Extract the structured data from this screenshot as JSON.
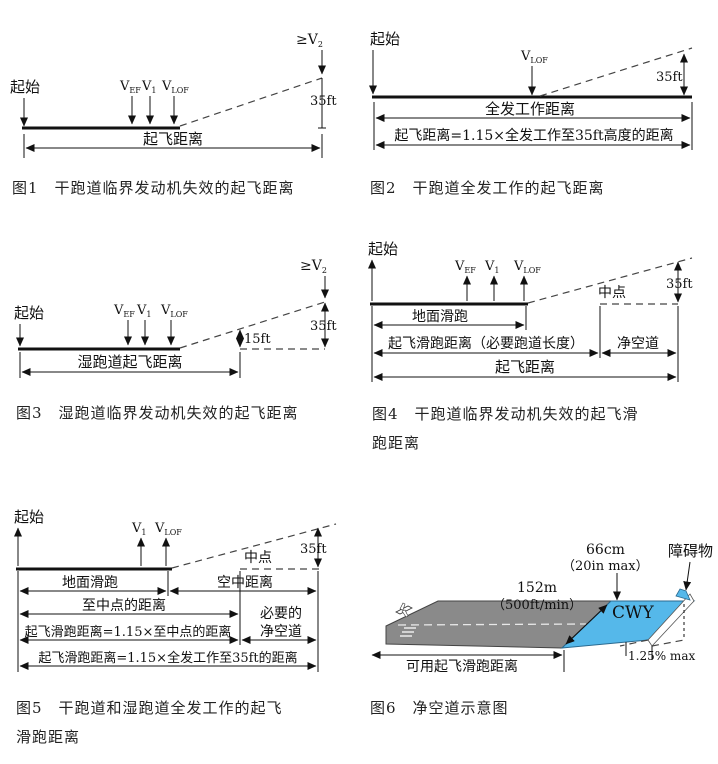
{
  "fig1": {
    "start": "起始",
    "vef": "V",
    "vef_sub": "EF",
    "v1": "V",
    "v1_sub": "1",
    "vlof": "V",
    "vlof_sub": "LOF",
    "v2": "≥V",
    "v2_sub": "2",
    "height": "35ft",
    "distance": "起飞距离",
    "caption": "图1　干跑道临界发动机失效的起飞距离"
  },
  "fig2": {
    "start": "起始",
    "vlof": "V",
    "vlof_sub": "LOF",
    "height": "35ft",
    "all_engine": "全发工作距离",
    "formula": "起飞距离=1.15×全发工作至35ft高度的距离",
    "caption": "图2　干跑道全发工作的起飞距离"
  },
  "fig3": {
    "start": "起始",
    "vef": "V",
    "vef_sub": "EF",
    "v1": "V",
    "v1_sub": "1",
    "vlof": "V",
    "vlof_sub": "LOF",
    "v2": "≥V",
    "v2_sub": "2",
    "h15": "15ft",
    "h35": "35ft",
    "distance": "湿跑道起飞距离",
    "caption": "图3　湿跑道临界发动机失效的起飞距离"
  },
  "fig4": {
    "start": "起始",
    "vef": "V",
    "vef_sub": "EF",
    "v1": "V",
    "v1_sub": "1",
    "vlof": "V",
    "vlof_sub": "LOF",
    "midpoint": "中点",
    "height": "35ft",
    "ground_run": "地面滑跑",
    "run_distance": "起飞滑跑距离（必要跑道长度）",
    "clearway": "净空道",
    "distance": "起飞距离",
    "caption_l1": "图4　干跑道临界发动机失效的起飞滑",
    "caption_l2": "跑距离"
  },
  "fig5": {
    "start": "起始",
    "v1": "V",
    "v1_sub": "1",
    "vlof": "V",
    "vlof_sub": "LOF",
    "midpoint": "中点",
    "height": "35ft",
    "ground_run": "地面滑跑",
    "air": "空中距离",
    "to_mid": "至中点的距离",
    "required_l1": "必要的",
    "required_l2": "净空道",
    "formula1": "起飞滑跑距离=1.15×至中点的距离",
    "formula2": "起飞滑跑距离=1.15×全发工作至35ft的距离",
    "caption_l1": "图5　干跑道和湿跑道全发工作的起飞",
    "caption_l2": "滑跑距离"
  },
  "fig6": {
    "w66": "66cm",
    "w20": "（20in max）",
    "obstacle": "障碍物",
    "w152": "152m",
    "w500": "（500ft/min）",
    "cwy": "CWY",
    "slope": "1.25% max",
    "tora": "可用起飞滑跑距离",
    "caption": "图6　净空道示意图",
    "colors": {
      "clearway": "#55b8ea",
      "runway": "#8a8a8a"
    }
  }
}
